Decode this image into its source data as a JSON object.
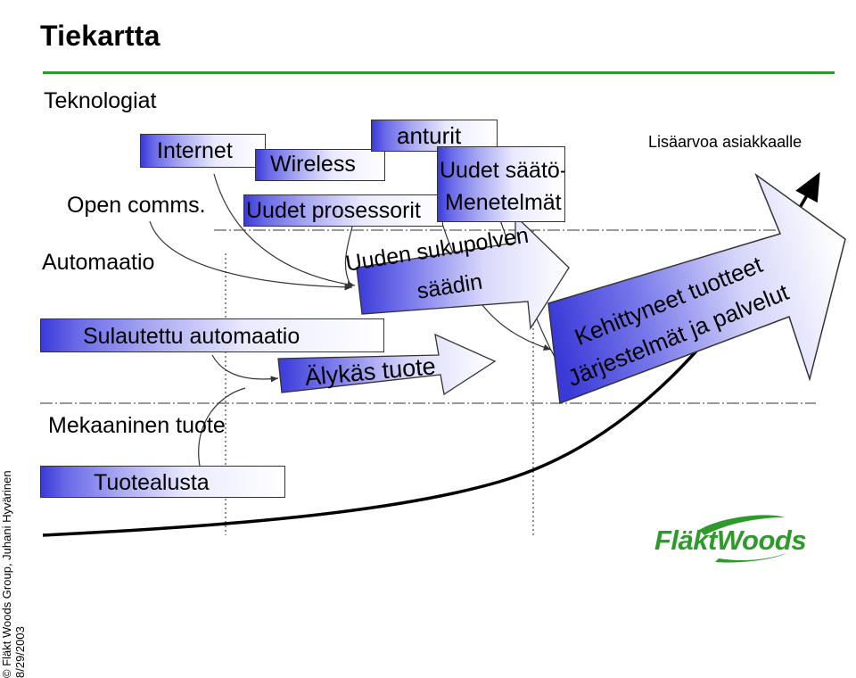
{
  "title": "Tiekartta",
  "rows": {
    "technology": "Teknologiat",
    "automation": "Automaatio",
    "mechanical": "Mekaaninen tuote"
  },
  "tech_boxes": {
    "internet": "Internet",
    "wireless": "Wireless",
    "sensors": "anturit",
    "controls_line1": "Uudet säätö-",
    "controls_line2": "Menetelmät",
    "open_comms": "Open comms.",
    "processors": "Uudet prosessorit"
  },
  "value_label": "Lisäarvoa asiakkaalle",
  "automation_boxes": {
    "new_controller_line1": "Uuden sukupolven",
    "new_controller_line2": "säädin",
    "embedded": "Sulautettu automaatio",
    "smart_product": "Älykäs tuote"
  },
  "product_platform": "Tuotealusta",
  "big_arrow": {
    "line1": "Kehittyneet tuotteet",
    "line2": "Järjestelmät ja palvelut"
  },
  "sidebar": {
    "copyright": "© Fläkt Woods Group, Juhani Hyvärinen",
    "date": "8/29/2003"
  },
  "logo": {
    "text": "FläktWoods",
    "color": "#2e9a2a"
  },
  "colors": {
    "accent": "#2e9a2a",
    "box_dark": "#3a3ad8",
    "box_light": "#ffffff"
  }
}
